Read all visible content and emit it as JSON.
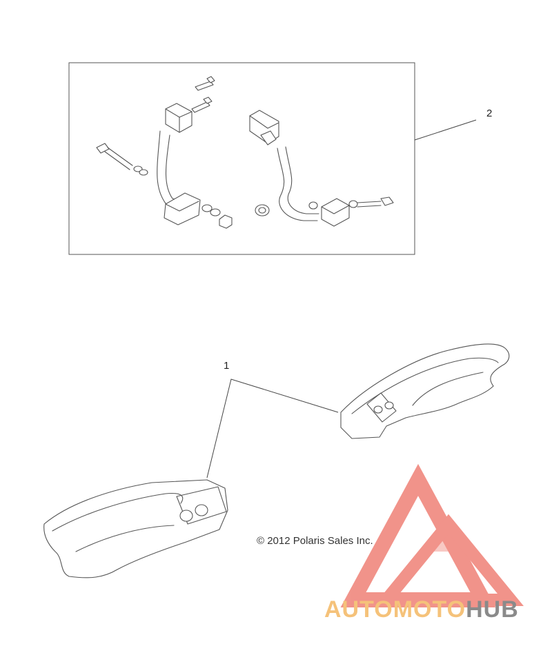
{
  "callouts": {
    "part_1": "1",
    "part_2": "2"
  },
  "copyright": "© 2012 Polaris Sales Inc.",
  "watermark": {
    "word_1": "AUTO",
    "word_2": "MOTO",
    "word_3": "HUB",
    "accent_color": "#e84c3d",
    "text_color": "#f5c27a",
    "gray": "#8a8a8a"
  }
}
